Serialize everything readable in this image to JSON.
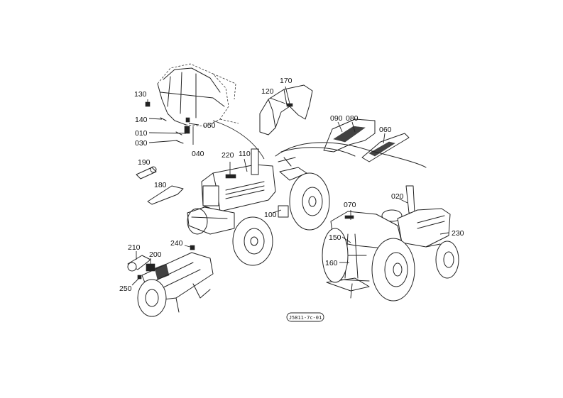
{
  "labels": {
    "l010": "010",
    "l020": "020",
    "l030": "030",
    "l040": "040",
    "l050": "050",
    "l060": "060",
    "l070": "070",
    "l080": "080",
    "l090": "090",
    "l100": "100",
    "l110": "110",
    "l120": "120",
    "l130": "130",
    "l140": "140",
    "l150": "150",
    "l160": "160",
    "l170": "170",
    "l180": "180",
    "l190": "190",
    "l200": "200",
    "l210": "210",
    "l220": "220",
    "l230": "230",
    "l240": "240",
    "l250": "250"
  },
  "drawing_code": "J5811-7c-01"
}
